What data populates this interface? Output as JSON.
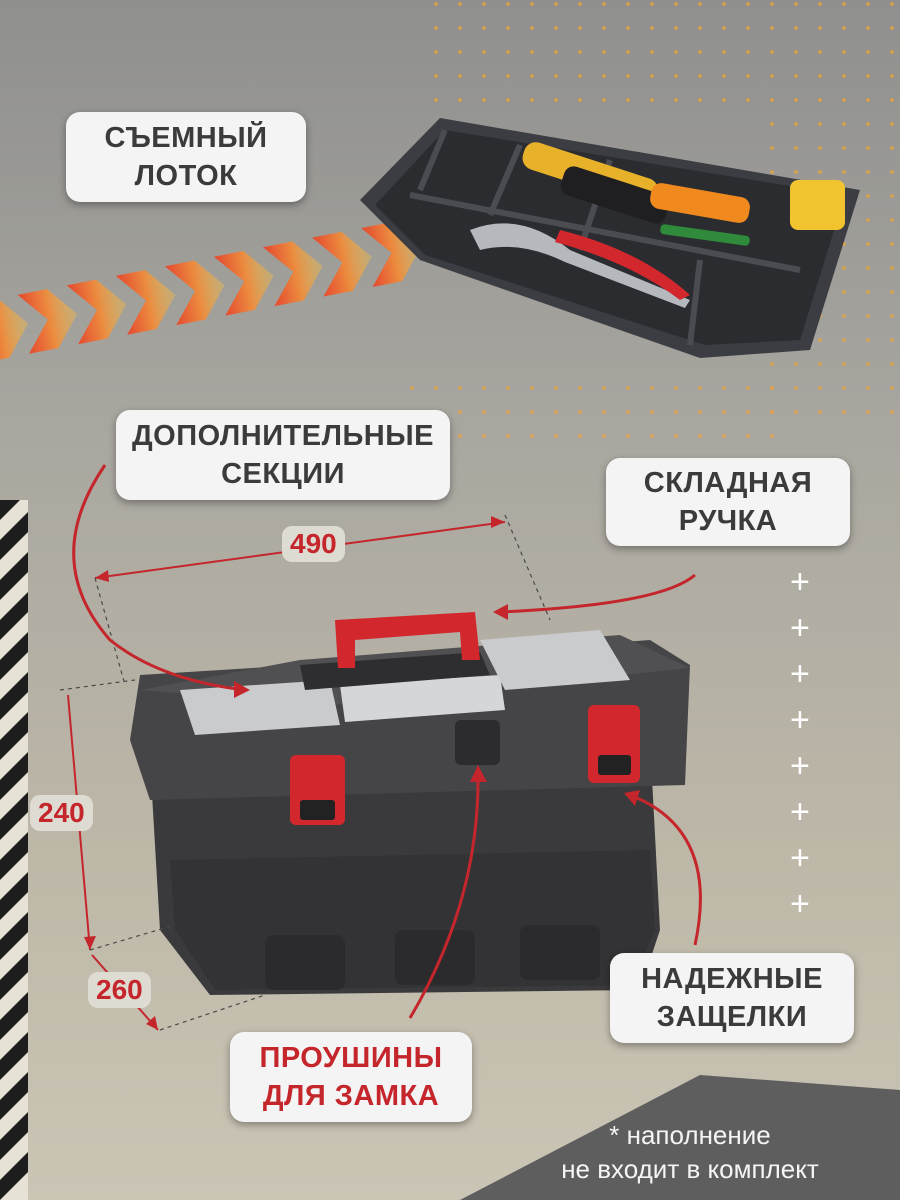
{
  "labels": {
    "tray": [
      "СЪЕМНЫЙ",
      "ЛОТОК"
    ],
    "sections": [
      "ДОПОЛНИТЕЛЬНЫЕ",
      "СЕКЦИИ"
    ],
    "handle": [
      "СКЛАДНАЯ",
      "РУЧКА"
    ],
    "latches": [
      "НАДЕЖНЫЕ",
      "ЗАЩЕЛКИ"
    ],
    "lock": [
      "ПРОУШИНЫ",
      "ДЛЯ ЗАМКА"
    ]
  },
  "dimensions": {
    "length": "490",
    "height": "240",
    "depth": "260"
  },
  "note": {
    "line1": "* наполнение",
    "line2": "не входит в комплект"
  },
  "decor": {
    "plus_glyph": "+",
    "accent_color": "#c4262c",
    "box_color": "#3a3a3c",
    "chevron_colors": [
      "#e8442a",
      "#f08a3a",
      "#f4c04a"
    ]
  }
}
